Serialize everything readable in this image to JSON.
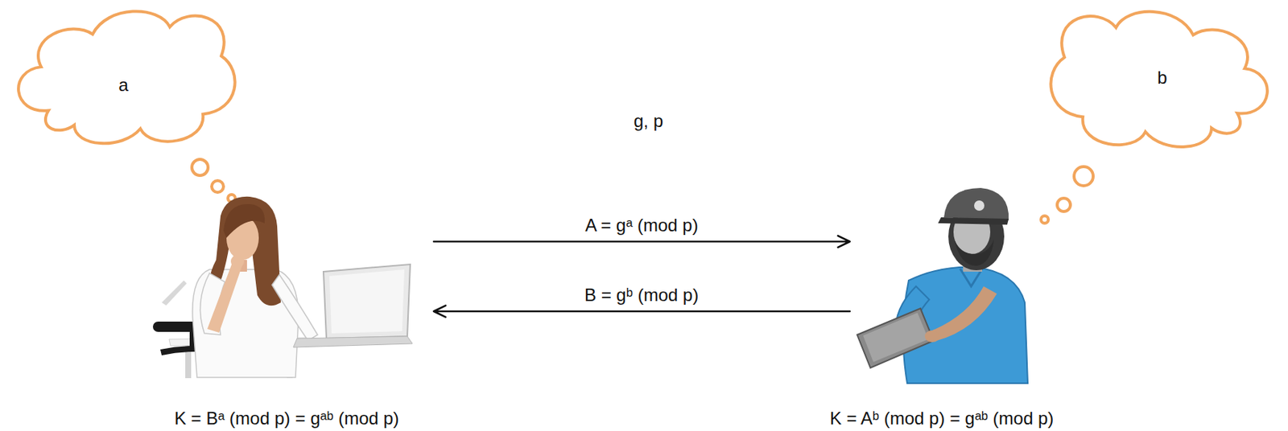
{
  "diagram": {
    "nodes": [
      {
        "text": [
          "a"
        ]
      },
      {
        "text": [
          "b"
        ]
      },
      {
        "text": [
          "K = Bᵃ (mod p) = gᵃᵇ (mod p)"
        ]
      },
      {
        "text": [
          "K = Aᵇ (mod p) = gᵃᵇ (mod p)"
        ]
      }
    ],
    "edges": [
      {
        "from": 2,
        "to": 3,
        "label": "A = gᵃ (mod p)",
        "arrow": "to"
      },
      {
        "from": 3,
        "to": 2,
        "label": "B = gᵇ (mod p)",
        "arrow": "to"
      }
    ],
    "labels": [
      "g, p"
    ]
  }
}
